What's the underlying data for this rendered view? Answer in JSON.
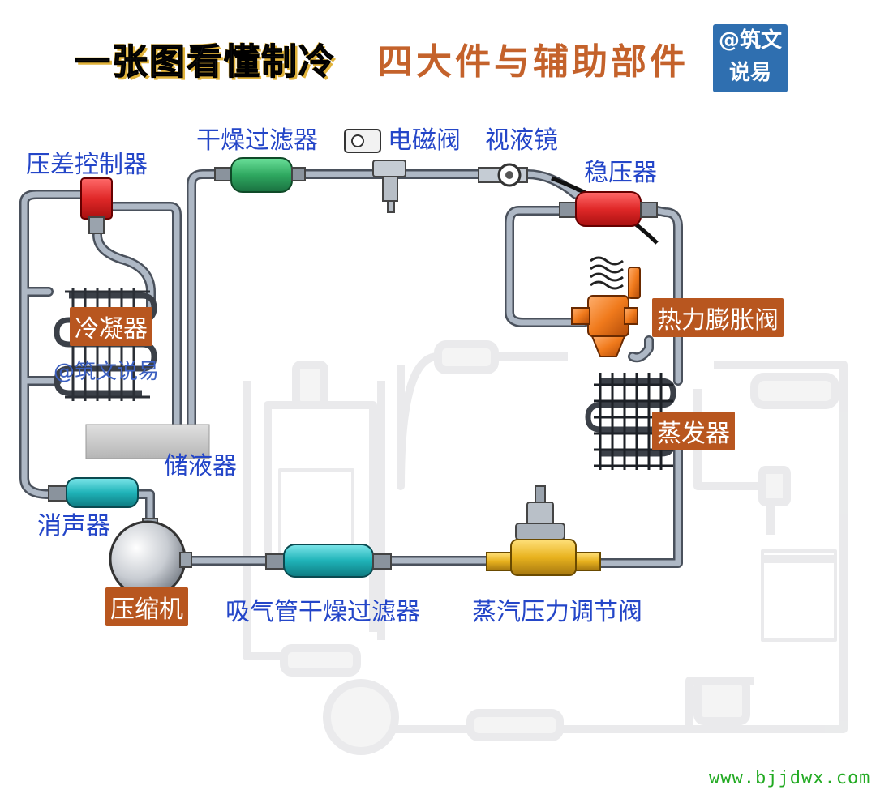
{
  "title": {
    "main": "一张图看懂制冷",
    "sub": "四大件与辅助部件",
    "badge_line1": "@筑文",
    "badge_line2": "说易"
  },
  "labels": {
    "pressure_diff_controller": "压差控制器",
    "dryer_filter": "干燥过滤器",
    "solenoid_valve": "电磁阀",
    "sight_glass": "视液镜",
    "stabilizer": "稳压器",
    "condenser": "冷凝器",
    "thermal_expansion_valve": "热力膨胀阀",
    "evaporator": "蒸发器",
    "receiver": "储液器",
    "muffler": "消声器",
    "compressor": "压缩机",
    "suction_dryer_filter": "吸气管干燥过滤器",
    "evap_pressure_valve": "蒸汽压力调节阀"
  },
  "watermark": "@筑文说易",
  "site": "www.bjjdwx.com",
  "colors": {
    "pipe": "#9aa6b4",
    "pipe_dark": "#3a3f48",
    "label_blue": "#2446c8",
    "tag_orange": "#b8561f",
    "red_part": "#e02828",
    "green_part": "#2fa860",
    "teal_part": "#1fb3b8",
    "orange_valve": "#f07a1c",
    "brass": "#e8b21e",
    "faded": "#dcdcdc"
  }
}
